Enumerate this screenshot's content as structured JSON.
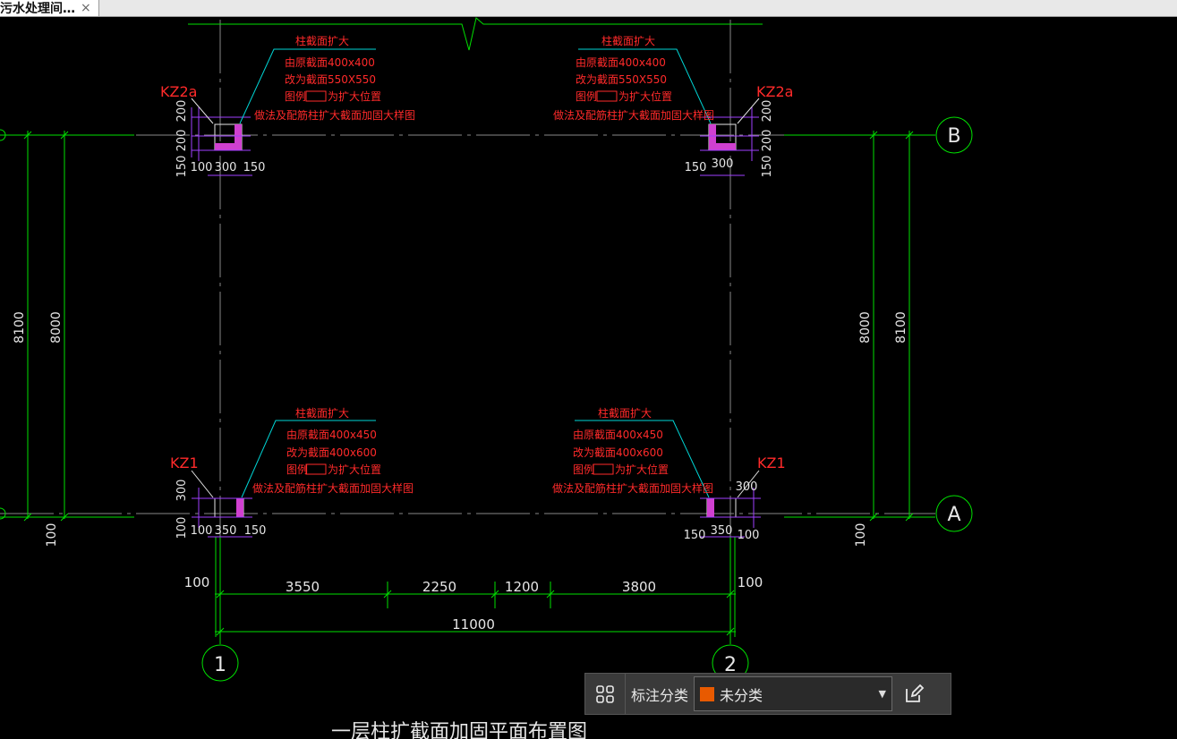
{
  "tab": {
    "title": "污水处理间…",
    "close_glyph": "×"
  },
  "colors": {
    "green": "#00e000",
    "red": "#ff2a2a",
    "cyan": "#00d6d6",
    "white": "#e6e6e6",
    "magenta": "#d040d0",
    "purple": "#a040ff",
    "gray": "#909090",
    "swatch": "#e85a00"
  },
  "drawing": {
    "col_labels": {
      "kz2a": "KZ2a",
      "kz1": "KZ1"
    },
    "notes_top": [
      "柱截面扩大",
      "由原截面400x400",
      "改为截面550X550",
      "图例",
      "为扩大位置",
      "做法及配筋柱扩大截面加固大样图"
    ],
    "notes_bottom": [
      "柱截面扩大",
      "由原截面400x450",
      "改为截面400x600",
      "图例",
      "为扩大位置",
      "做法及配筋柱扩大截面加固大样图"
    ],
    "dims": {
      "d200": "200",
      "d150": "150",
      "d100": "100",
      "d300": "300",
      "d350": "350",
      "d8100": "8100",
      "d8000": "8000",
      "d3550": "3550",
      "d2250": "2250",
      "d1200": "1200",
      "d3800": "3800",
      "d11000": "11000"
    },
    "axes": {
      "a": "A",
      "b": "B",
      "one": "1",
      "two": "2"
    },
    "plan_title": "一层柱扩截面加固平面布置图"
  },
  "panel": {
    "label": "标注分类",
    "selected": "未分类"
  }
}
